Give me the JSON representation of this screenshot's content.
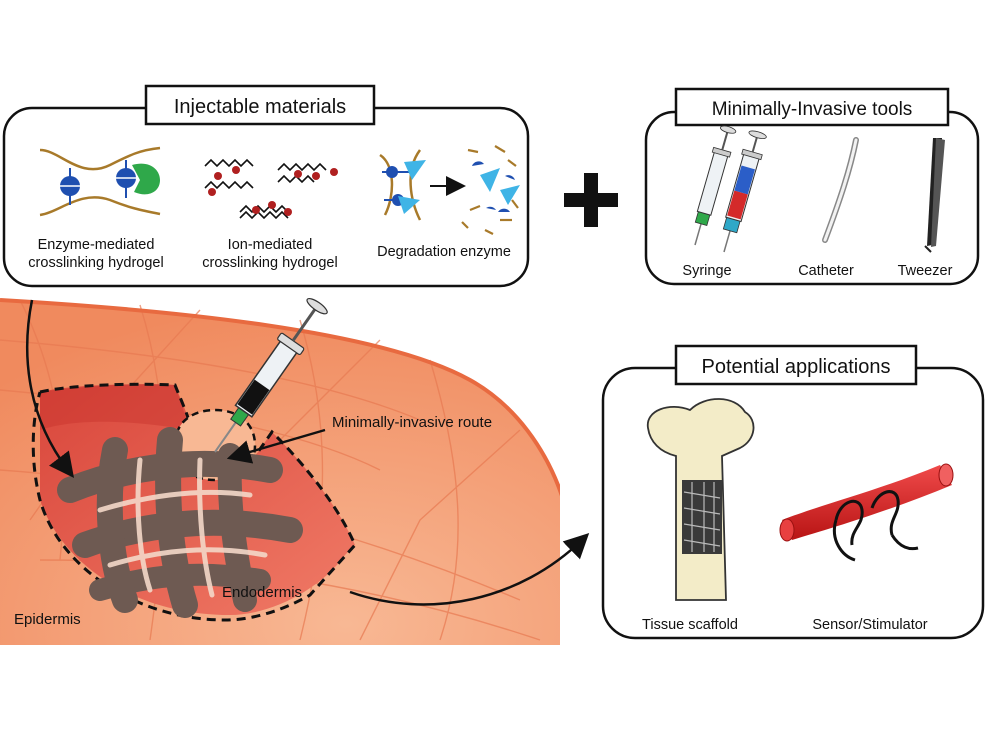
{
  "injectable": {
    "title": "Injectable materials",
    "enzyme_label_1": "Enzyme-mediated",
    "enzyme_label_2": "crosslinking hydrogel",
    "ion_label_1": "Ion-mediated",
    "ion_label_2": "crosslinking hydrogel",
    "degradation_label": "Degradation enzyme"
  },
  "plus": "+",
  "tools": {
    "title": "Minimally-Invasive tools",
    "syringe": "Syringe",
    "catheter": "Catheter",
    "tweezer": "Tweezer"
  },
  "tissue": {
    "route_label": "Minimally-invasive route",
    "epidermis": "Epidermis",
    "endodermis": "Endodermis"
  },
  "applications": {
    "title": "Potential applications",
    "scaffold": "Tissue scaffold",
    "sensor": "Sensor/Stimulator"
  },
  "colors": {
    "tissue": "#f5a07a",
    "tissue_dark": "#e05a4e",
    "scaffold": "#6e5a52",
    "polymer": "#a87a2a",
    "enzyme_blue": "#1f4fb0",
    "enzyme_green": "#2fa84a",
    "ion_red": "#b02020",
    "degrade_cyan": "#3fb4e6",
    "vessel_red": "#d81f1f",
    "bone": "#f3ecc8"
  }
}
